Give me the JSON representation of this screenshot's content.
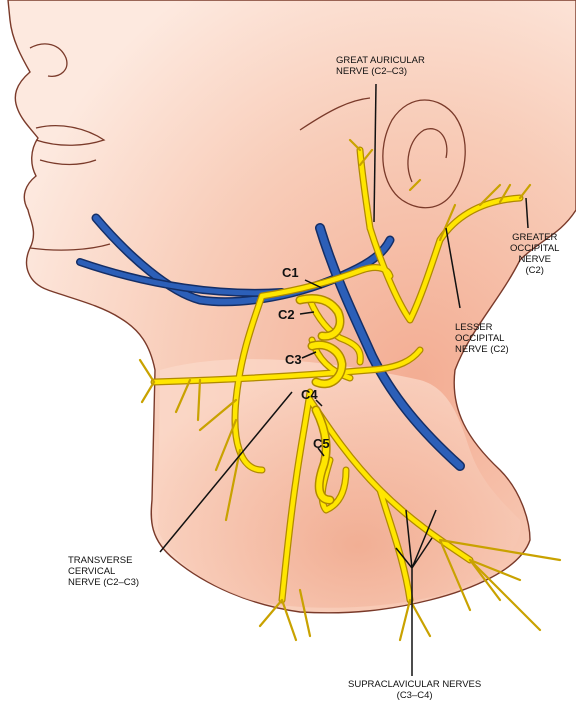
{
  "labels": {
    "great_auricular": [
      "GREAT AURICULAR",
      "NERVE (C2–C3)"
    ],
    "greater_occipital": [
      "GREATER",
      "OCCIPITAL",
      "NERVE",
      "(C2)"
    ],
    "lesser_occipital": [
      "LESSER",
      "OCCIPITAL",
      "NERVE (C2)"
    ],
    "transverse_cervical": [
      "TRANSVERSE",
      "CERVICAL",
      "NERVE (C2–C3)"
    ],
    "supraclavicular": [
      "SUPRACLAVICULAR NERVES",
      "(C3–C4)"
    ]
  },
  "levels": {
    "c1": "C1",
    "c2": "C2",
    "c3": "C3",
    "c4": "C4",
    "c5": "C5"
  },
  "colors": {
    "skin_light": "#fce8dd",
    "skin_shade": "#f2b49c",
    "outline": "#7a3a2a",
    "nerve_fill": "#ffe600",
    "nerve_edge": "#b08a00",
    "vein": "#2c5fb8",
    "vein_edge": "#142e66",
    "leader": "#111111"
  }
}
